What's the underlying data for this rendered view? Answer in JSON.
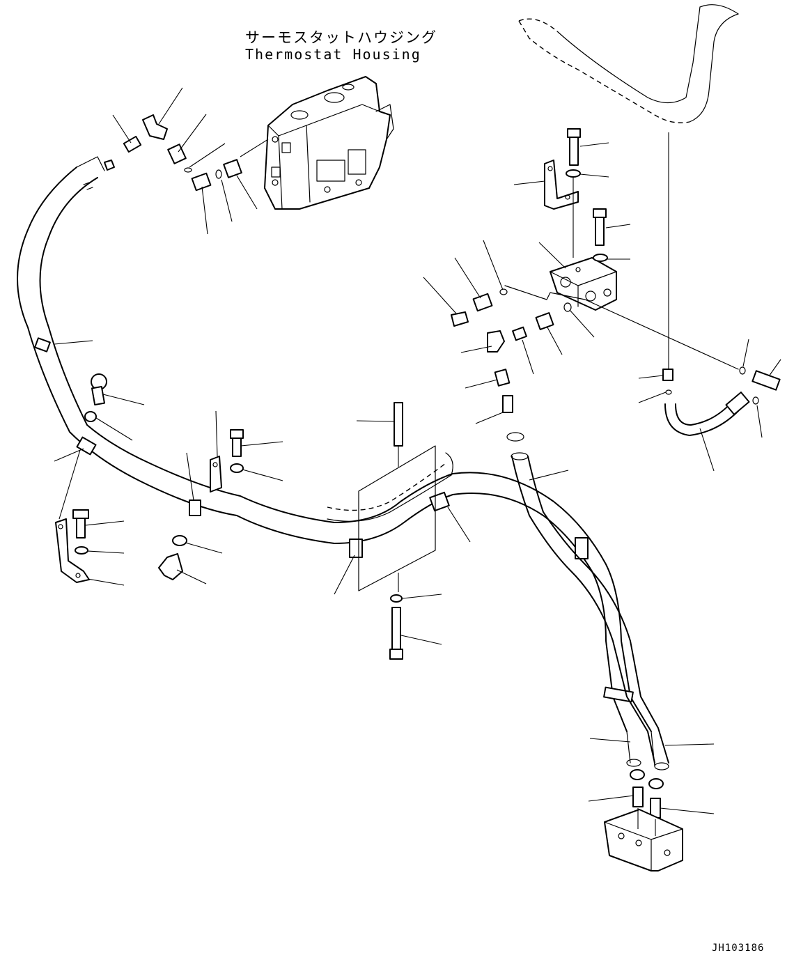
{
  "labels": {
    "thermostat_housing_ja": "サーモスタットハウジング",
    "thermostat_housing_en": "Thermostat Housing"
  },
  "drawing_number": "JH103186",
  "colors": {
    "ink": "#000000",
    "paper": "#ffffff"
  }
}
